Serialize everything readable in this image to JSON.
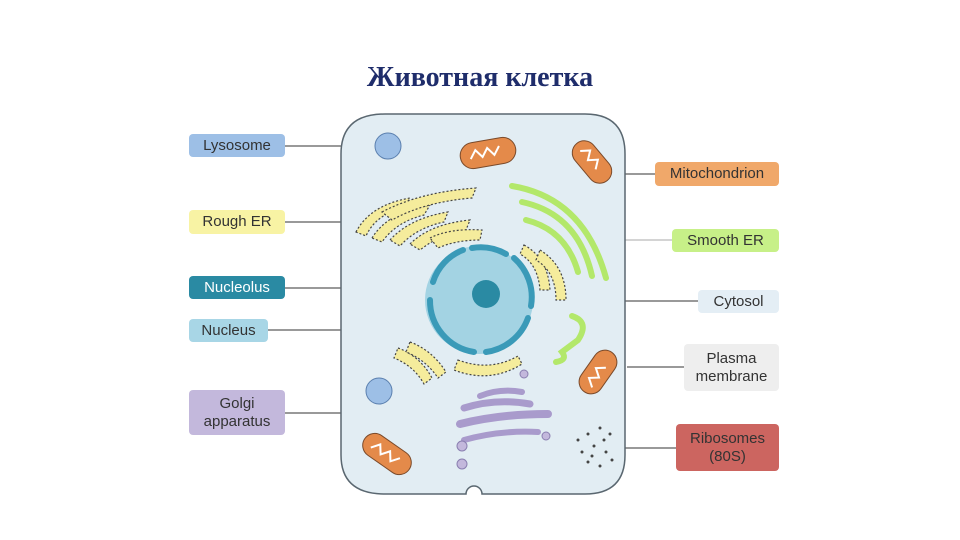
{
  "title": "Животная клетка",
  "colors": {
    "title": "#1f2d6b",
    "cell_fill": "#e2edf3",
    "cell_stroke": "#5a6770",
    "nucleus": "#a3d3e3",
    "nucleus_envelope": "#3a9ab8",
    "nucleolus": "#2a8aa3",
    "rough_er": "#f5ec9c",
    "smooth_er": "#b3e86a",
    "mitochondrion": "#e48a4a",
    "lysosome": "#9dbfe6",
    "golgi": "#a99bcc",
    "ribosome": "#444444"
  },
  "labels": {
    "lysosome": {
      "text": "Lysosome",
      "bg": "#9dbfe6"
    },
    "rough_er": {
      "text": "Rough ER",
      "bg": "#f8f3a4"
    },
    "nucleolus": {
      "text": "Nucleolus",
      "bg": "#2a8aa3",
      "fg": "#ffffff"
    },
    "nucleus": {
      "text": "Nucleus",
      "bg": "#a8d6e6"
    },
    "golgi": {
      "text": "Golgi\napparatus",
      "bg": "#c3b8dc"
    },
    "mitochondrion": {
      "text": "Mitochondrion",
      "bg": "#f0a86a"
    },
    "smooth_er": {
      "text": "Smooth ER",
      "bg": "#c7f088"
    },
    "cytosol": {
      "text": "Cytosol",
      "bg": "#e4eef5"
    },
    "plasma_membrane": {
      "text": "Plasma\nmembrane",
      "bg": "#eeeeee"
    },
    "ribosomes": {
      "text": "Ribosomes\n(80S)",
      "bg": "#cc6560",
      "fg": "#333333"
    }
  }
}
